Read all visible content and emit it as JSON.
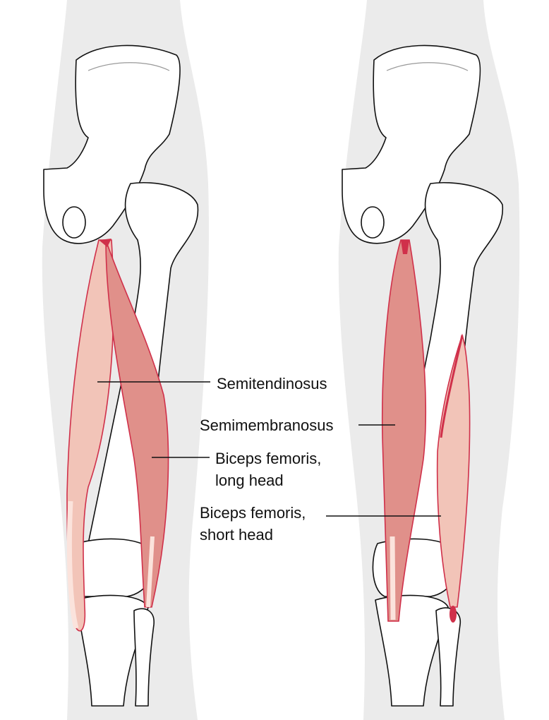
{
  "labels": {
    "semitendinosus": "Semitendinosus",
    "semimembranosus": "Semimembranosus",
    "biceps_long_line1": "Biceps femoris,",
    "biceps_long_line2": "long head",
    "biceps_short_line1": "Biceps femoris,",
    "biceps_short_line2": "short head"
  },
  "colors": {
    "muscle_light": "#f2c4b8",
    "muscle_dark": "#e0908a",
    "muscle_outline": "#d0304a",
    "tendon": "#fbe3dc",
    "skin": "#ebebeb"
  }
}
